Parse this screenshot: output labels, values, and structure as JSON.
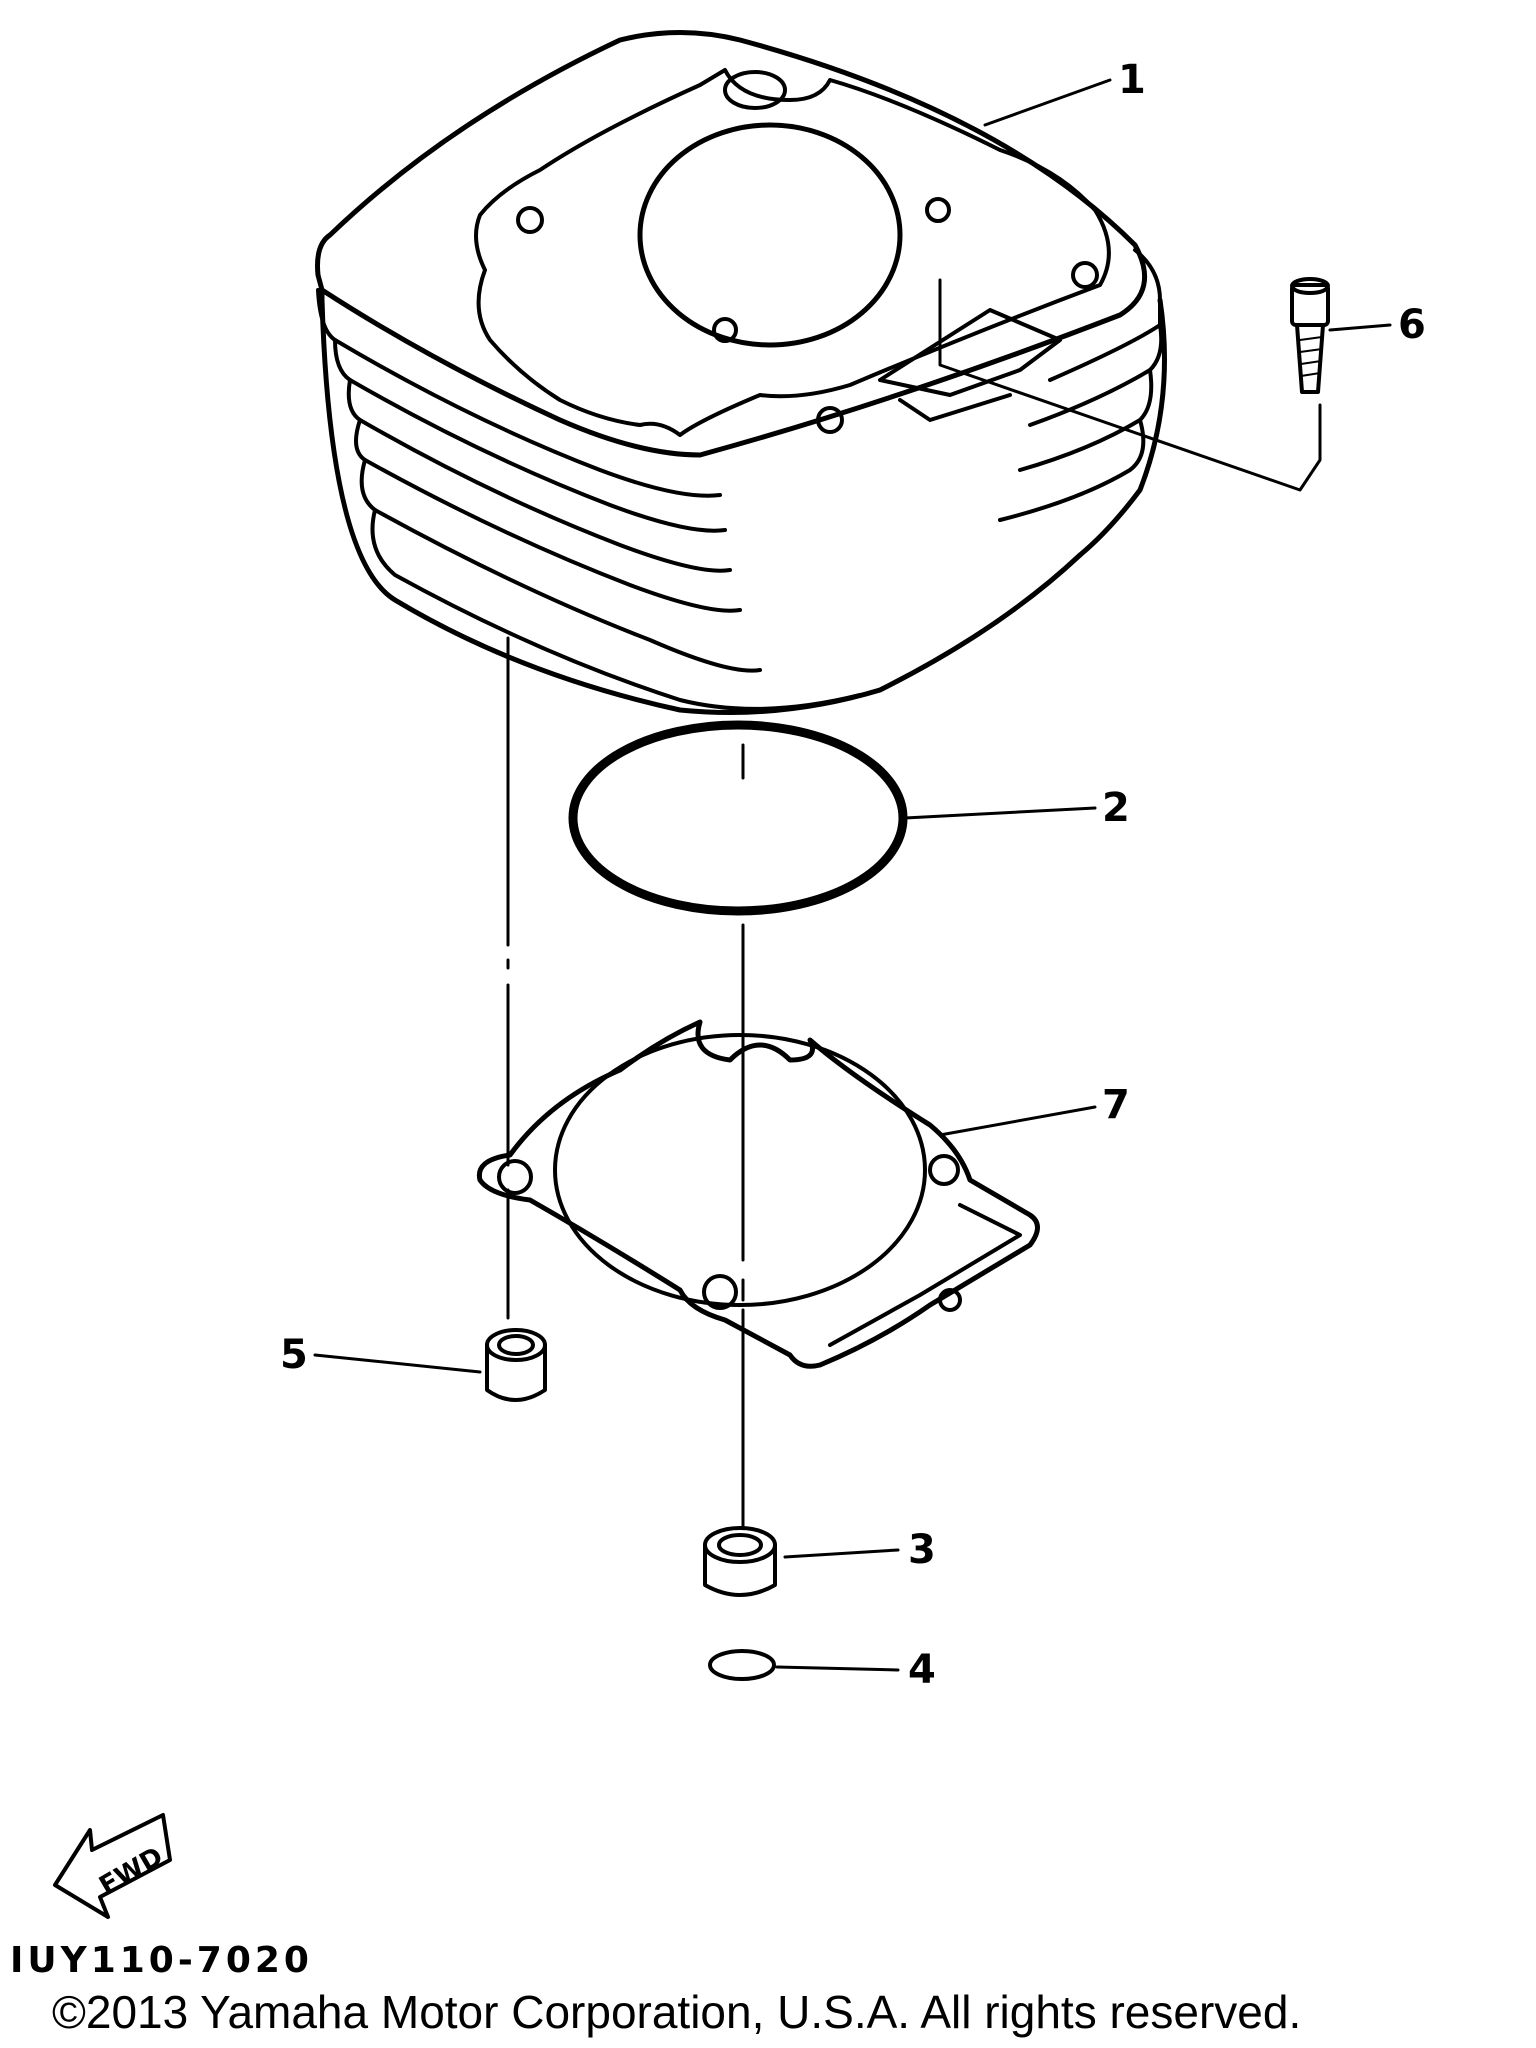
{
  "callouts": {
    "c1": "1",
    "c2": "2",
    "c3": "3",
    "c4": "4",
    "c5": "5",
    "c6": "6",
    "c7": "7"
  },
  "fwd_label": "FWD",
  "diagram_code": "IUY110-7020",
  "copyright": "©2013 Yamaha Motor Corporation, U.S.A. All rights reserved."
}
